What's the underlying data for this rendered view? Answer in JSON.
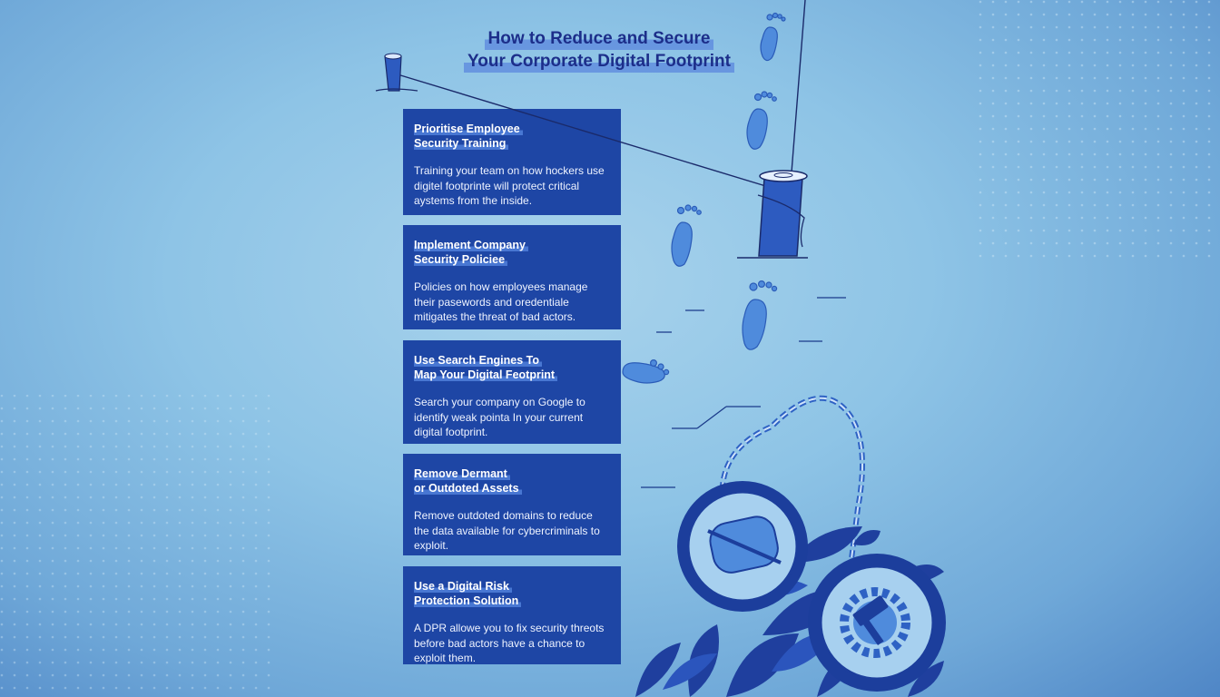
{
  "title": {
    "line1": "How to Reduce and Secure",
    "line2": "Your Corporate Digital Footprint"
  },
  "cards": [
    {
      "heading1": "Prioritise Employee",
      "heading2": "Security Training",
      "body": "Training your team on how hockers use digitel footprinte will protect critical aystems from the inside."
    },
    {
      "heading1": "Implement Company",
      "heading2": "Security Policiee",
      "body": "Policies on how employees manage their pasewords and oredentiale mitigates the threat of bad actors."
    },
    {
      "heading1": "Use Search Engines To",
      "heading2": "Map Your Digital Feotprint",
      "body": "Search your company on Google to identify weak pointa In your current digital footprint."
    },
    {
      "heading1": "Remove Dermant",
      "heading2": "or Outdoted Assets",
      "body": "Remove outdoted domains to reduce the data available for cybercriminals to exploit."
    },
    {
      "heading1": "Use a Digital Risk",
      "heading2": "Protection Solution",
      "body": "A DPR allowe you to fix security threots before bad actors have a chance to exploit them."
    }
  ],
  "icons": [
    "rope-post-icon",
    "footprint-icon",
    "chain-icon",
    "gear-badge-icon",
    "hammer-icon",
    "leaf-icon"
  ],
  "colors": {
    "card": "#1e46a5",
    "title": "#1c2e8a",
    "background": "#8ec4e6"
  }
}
